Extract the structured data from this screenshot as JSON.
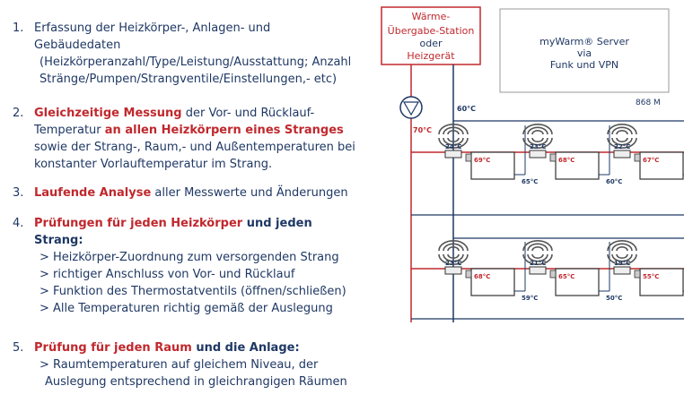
{
  "list": [
    {
      "num": "1.",
      "lines": [
        {
          "parts": [
            {
              "t": "Erfassung der Heizkörper-, Anlagen- und",
              "s": "n"
            }
          ]
        },
        {
          "parts": [
            {
              "t": "Gebäudedaten",
              "s": "n"
            }
          ]
        },
        {
          "parts": [
            {
              "t": "(Heizkörperanzahl/Type/Leistung/Ausstattung; Anzahl",
              "s": "n"
            }
          ],
          "indent": 1
        },
        {
          "parts": [
            {
              "t": "Stränge/Pumpen/Strangventile/Einstellungen,- etc)",
              "s": "n"
            }
          ],
          "indent": 1
        }
      ]
    },
    {
      "num": "2.",
      "lines": [
        {
          "parts": [
            {
              "t": "Gleichzeitige Messung",
              "s": "r"
            },
            {
              "t": " der Vor- und Rücklauf-",
              "s": "n"
            }
          ]
        },
        {
          "parts": [
            {
              "t": "Temperatur ",
              "s": "n"
            },
            {
              "t": "an allen Heizkörpern eines Stranges",
              "s": "r"
            }
          ]
        },
        {
          "parts": [
            {
              "t": "sowie der Strang-, Raum,- und Außentemperaturen bei",
              "s": "n"
            }
          ]
        },
        {
          "parts": [
            {
              "t": "konstanter Vorlauftemperatur im Strang.",
              "s": "n"
            }
          ]
        }
      ]
    },
    {
      "num": "3.",
      "lines": [
        {
          "parts": [
            {
              "t": "Laufende Analyse",
              "s": "r"
            },
            {
              "t": " aller Messwerte und Änderungen",
              "s": "n"
            }
          ]
        }
      ]
    },
    {
      "num": "4.",
      "lines": [
        {
          "parts": [
            {
              "t": "Prüfungen für jeden Heizkörper",
              "s": "r"
            },
            {
              "t": " und jeden",
              "s": "b"
            }
          ]
        },
        {
          "parts": [
            {
              "t": "Strang:",
              "s": "b"
            }
          ]
        },
        {
          "parts": [
            {
              "t": "> Heizkörper-Zuordnung zum versorgenden Strang",
              "s": "n"
            }
          ],
          "indent": 1
        },
        {
          "parts": [
            {
              "t": "> richtiger Anschluss von Vor- und Rücklauf",
              "s": "n"
            }
          ],
          "indent": 1
        },
        {
          "parts": [
            {
              "t": "> Funktion des Thermostatventils (öffnen/schließen)",
              "s": "n"
            }
          ],
          "indent": 1
        },
        {
          "parts": [
            {
              "t": "> Alle Temperaturen richtig gemäß der Auslegung",
              "s": "n"
            }
          ],
          "indent": 1
        }
      ]
    },
    {
      "num": "5.",
      "lines": [
        {
          "parts": [
            {
              "t": "Prüfung für jeden Raum",
              "s": "r"
            },
            {
              "t": " und die Anlage:",
              "s": "b"
            }
          ]
        },
        {
          "parts": [
            {
              "t": "> Raumtemperaturen auf gleichem Niveau, der",
              "s": "n"
            }
          ],
          "indent": 1
        },
        {
          "parts": [
            {
              "t": "Auslegung entsprechend in gleichrangigen Räumen",
              "s": "n"
            }
          ],
          "indent": 2
        }
      ]
    }
  ],
  "diagram": {
    "station": [
      "Wärme-",
      "Übergabe-Station",
      "oder",
      "Heizgerät"
    ],
    "server": [
      "myWarm® Server",
      "via",
      "Funk und VPN"
    ],
    "code": "868 M",
    "pipe_supply": "60°C",
    "pipe_pump": "70°C",
    "row1": {
      "room": [
        "24°C",
        "23°C",
        "22°C"
      ],
      "supply": [
        "69°C",
        "68°C",
        "67°C"
      ],
      "return": [
        "65°C",
        "60°C"
      ]
    },
    "row2": {
      "room": [
        "23°C",
        "21°C",
        "19°C"
      ],
      "supply": [
        "68°C",
        "65°C",
        "55°C"
      ],
      "return": [
        "59°C",
        "50°C"
      ]
    },
    "colors": {
      "pipe": "#c0282d",
      "return": "#1f3864",
      "text": "#1f3864",
      "accent": "#c0282d"
    }
  }
}
